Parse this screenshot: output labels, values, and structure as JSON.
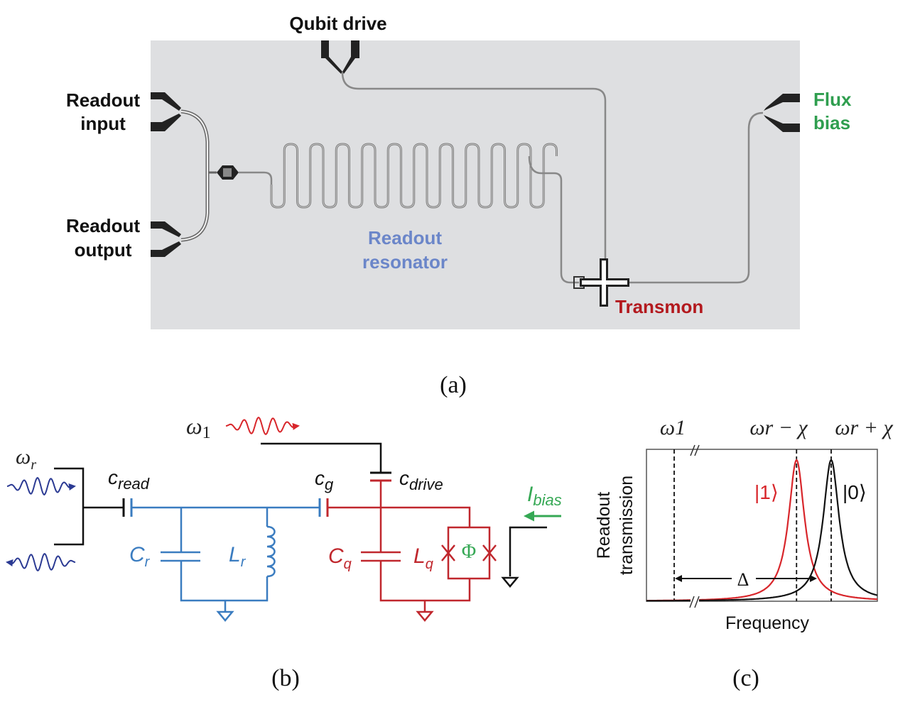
{
  "panel_a": {
    "caption": "(a)",
    "labels": {
      "qubit_drive": "Qubit drive",
      "readout_input_1": "Readout",
      "readout_input_2": "input",
      "readout_output_1": "Readout",
      "readout_output_2": "output",
      "flux_bias_1": "Flux",
      "flux_bias_2": "bias",
      "resonator_1": "Readout",
      "resonator_2": "resonator",
      "transmon": "Transmon"
    },
    "colors": {
      "chip": "#dedfe1",
      "flux": "#2f9e4f",
      "resonator": "#6b86c9",
      "transmon": "#b3191e"
    },
    "meander_tops": 11
  },
  "panel_b": {
    "caption": "(b)",
    "labels": {
      "omega_r": "ω",
      "omega_r_sub": "r",
      "omega_1": "ω",
      "omega_1_sub": "1",
      "c_read": "c",
      "c_read_sub": "read",
      "c_g": "c",
      "c_g_sub": "g",
      "c_drive": "c",
      "c_drive_sub": "drive",
      "C_r": "C",
      "C_r_sub": "r",
      "L_r": "L",
      "L_r_sub": "r",
      "C_q": "C",
      "C_q_sub": "q",
      "L_q": "L",
      "L_q_sub": "q",
      "phi": "Φ",
      "I_bias": "I",
      "I_bias_sub": "bias"
    },
    "colors": {
      "readout": "#3a7cc0",
      "qubit": "#c0272d",
      "wave_blue": "#2b3a93",
      "wave_red": "#d8262b",
      "bias": "#35a854",
      "wire": "#111111"
    }
  },
  "panel_c": {
    "caption": "(c)",
    "chart_data": {
      "type": "line",
      "xlabel": "Frequency",
      "ylabel": "Readout transmission",
      "top_labels": [
        "ω1",
        "ωr − χ",
        "ωr + χ"
      ],
      "vlines": [
        "ω1",
        "ωr − χ",
        "ωr + χ"
      ],
      "annotation": "Δ",
      "series": [
        {
          "name": "|1⟩",
          "color": "#d8262b",
          "center": "ωr − χ",
          "shape": "lorentzian"
        },
        {
          "name": "|0⟩",
          "color": "#111111",
          "center": "ωr + χ",
          "shape": "lorentzian"
        }
      ],
      "axis_break": true,
      "grid": false
    }
  }
}
